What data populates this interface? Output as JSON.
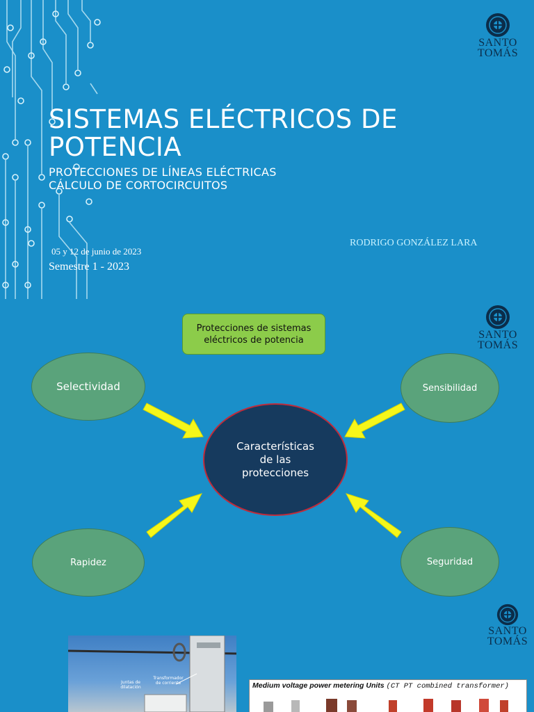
{
  "slide1": {
    "title_line1": "SISTEMAS ELÉCTRICOS DE",
    "title_line2": "POTENCIA",
    "subtitle_line1": "PROTECCIONES DE LÍNEAS ELÉCTRICAS",
    "subtitle_line2": "CÁLCULO DE CORTOCIRCUITOS",
    "date": "05 y 12 de junio de 2023",
    "semester": "Semestre 1 - 2023",
    "author": "RODRIGO GONZÁLEZ LARA"
  },
  "logo": {
    "line1": "SANTO",
    "line2": "TOMÁS"
  },
  "slide2": {
    "header": "Protecciones de sistemas eléctricos de potencia",
    "center": "Características de las protecciones",
    "selectividad": "Selectividad",
    "sensibilidad": "Sensibilidad",
    "rapidez": "Rapidez",
    "seguridad": "Seguridad"
  },
  "slide3": {
    "photo_label_1": "Juntas de dilatación",
    "photo_label_2": "Transformador de corriente",
    "caption_main": "Medium voltage power metering Units",
    "caption_paren": "(CT PT combined transformer)"
  },
  "colors": {
    "background": "#1a8fc9",
    "ellipse": "#5aa37b",
    "center": "#163a5e",
    "header_box": "#8ccc4a",
    "arrow": "#f6f61a"
  }
}
